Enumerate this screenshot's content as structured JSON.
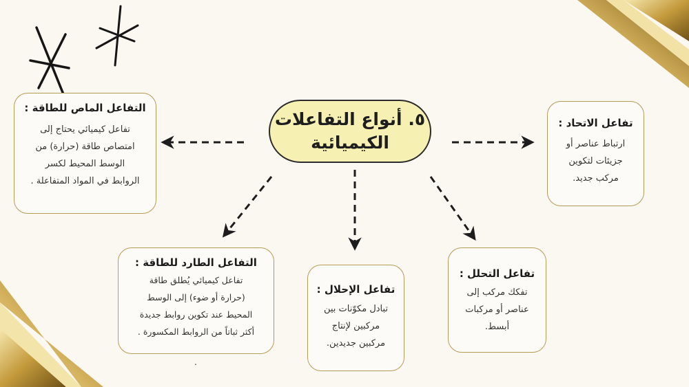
{
  "center": {
    "line1": "٥. أنواع التفاعلات",
    "line2": "الكيميائية"
  },
  "boxes": {
    "endo": {
      "title": "التفاعل الماص للطاقة :",
      "lines": [
        "تفاعل كيميائي يحتاج إلى",
        "امتصاص طاقة (حرارة) من",
        "الوسط المحيط لكسر",
        "الروابط في المواد المتفاعلة ."
      ]
    },
    "combination": {
      "title": "تفاعل الاتحاد :",
      "lines": [
        "ارتباط عناصر أو",
        "جزيئات لتكوين",
        "مركب جديد."
      ]
    },
    "exo": {
      "title": "التفاعل الطارد للطاقة :",
      "lines": [
        "تفاعل كيميائي يُطلق طاقة",
        "(حرارة أو ضوء) إلى الوسط",
        "المحيط عند تكوين روابط جديدة",
        "أكثر ثباتاً من الروابط المكسورة ."
      ]
    },
    "replacement": {
      "title": "تفاعل الإحلال :",
      "lines": [
        "تبادل مكوّنات بين",
        "مركبين لإنتاج",
        "مركبين جديدين."
      ]
    },
    "decomposition": {
      "title": "تفاعل التحلل :",
      "lines": [
        "تفكك مركب إلى",
        "عناصر أو مركبات",
        "أبسط."
      ]
    }
  },
  "stray_dot": ".",
  "colors": {
    "background": "#fbf7f1",
    "pill_fill": "#f6f1b2",
    "box_border": "#b69b52",
    "gold_dark": "#8a6d1f",
    "gold_light": "#f3e3a4"
  }
}
